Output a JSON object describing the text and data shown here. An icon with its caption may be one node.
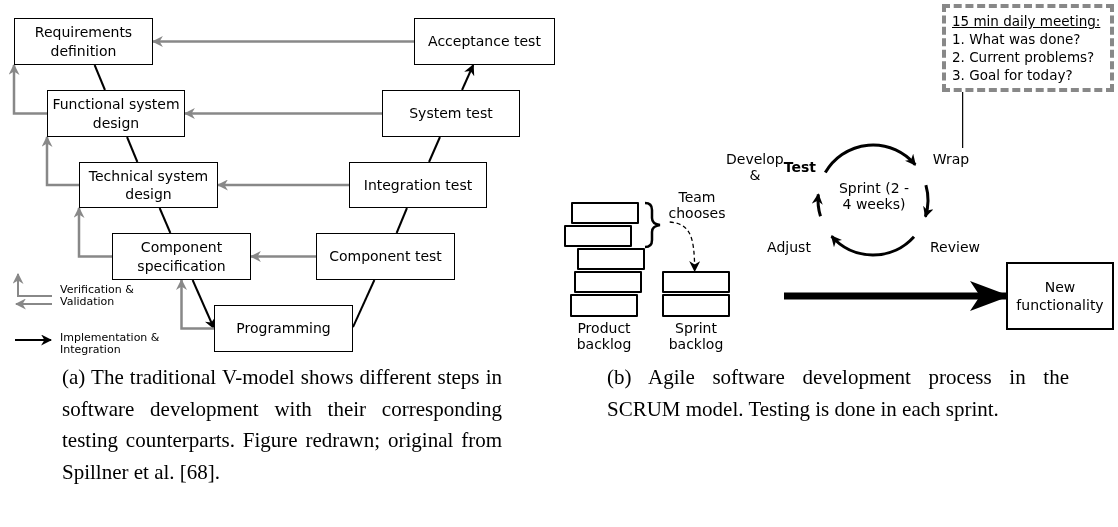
{
  "diagram": {
    "nodes": [
      {
        "text": [
          "Requirements definition"
        ]
      },
      {
        "text": [
          "Acceptance test"
        ]
      },
      {
        "text": [
          "Functional system design"
        ]
      },
      {
        "text": [
          "System test"
        ]
      },
      {
        "text": [
          "Technical system design"
        ]
      },
      {
        "text": [
          "Integration test"
        ]
      },
      {
        "text": [
          "Component specification"
        ]
      },
      {
        "text": [
          "Component test"
        ]
      },
      {
        "text": [
          "Programming"
        ]
      },
      {
        "text": [
          "15 min daily meeting:",
          "1. What was done?",
          "2. Current problems?",
          "3. Goal for today?"
        ]
      },
      {
        "text": [
          "Develop & **Test**"
        ]
      },
      {
        "text": [
          "Wrap"
        ]
      },
      {
        "text": [
          "Team chooses"
        ]
      },
      {
        "text": [
          "Adjust"
        ]
      },
      {
        "text": [
          "Review"
        ]
      },
      {
        "text": [],
        "shape": "box"
      },
      {
        "text": [],
        "shape": "box"
      },
      {
        "text": [],
        "shape": "box"
      },
      {
        "text": [],
        "shape": "box"
      },
      {
        "text": [],
        "shape": "box"
      },
      {
        "text": [],
        "shape": "box"
      },
      {
        "text": [],
        "shape": "box"
      },
      {
        "text": [
          "New functionality"
        ]
      }
    ],
    "edges": [
      {
        "from": 0,
        "to": 2,
        "arrow": "none"
      },
      {
        "from": 2,
        "to": 4,
        "arrow": "none"
      },
      {
        "from": 4,
        "to": 6,
        "arrow": "none"
      },
      {
        "from": 6,
        "to": 8,
        "arrow": "to"
      },
      {
        "from": 8,
        "to": 7,
        "arrow": "none"
      },
      {
        "from": 7,
        "to": 5,
        "arrow": "none"
      },
      {
        "from": 5,
        "to": 3,
        "arrow": "none"
      },
      {
        "from": 3,
        "to": 1,
        "arrow": "to"
      },
      {
        "from": 1,
        "to": 0,
        "arrow": "to",
        "color": "#888888"
      },
      {
        "from": 3,
        "to": 2,
        "arrow": "to",
        "color": "#888888"
      },
      {
        "from": 5,
        "to": 4,
        "arrow": "to",
        "color": "#888888"
      },
      {
        "from": 7,
        "to": 6,
        "arrow": "to",
        "color": "#888888"
      },
      {
        "from": 2,
        "to": 0,
        "arrow": "to",
        "color": "#888888"
      },
      {
        "from": 4,
        "to": 2,
        "arrow": "to",
        "color": "#888888"
      },
      {
        "from": 6,
        "to": 4,
        "arrow": "to",
        "color": "#888888"
      },
      {
        "from": 8,
        "to": 6,
        "arrow": "to",
        "color": "#888888"
      },
      {
        "from": 10,
        "to": 11,
        "arrow": "to"
      },
      {
        "from": 11,
        "to": 14,
        "arrow": "to"
      },
      {
        "from": 14,
        "to": 13,
        "arrow": "to"
      },
      {
        "from": 13,
        "to": 10,
        "arrow": "to"
      },
      {
        "from": 9,
        "to": 11,
        "arrow": "none"
      },
      {
        "from": 12,
        "to": 20,
        "arrow": "to",
        "style": "dashed"
      },
      {
        "from": null,
        "to": 22,
        "arrow": "to",
        "style": "thick"
      }
    ],
    "labels": [
      "Sprint (2 - 4 weeks)",
      "Product backlog",
      "Sprint backlog",
      "(a) The traditional V-model shows different steps in software development with their corresponding testing counterparts. Figure redrawn; original from Spillner et al. [68].",
      "(b) Agile software development process in the SCRUM model. Testing is done in each sprint."
    ],
    "legend": [
      {
        "text": "Verification & Validation"
      },
      {
        "text": "Implementation & Integration"
      }
    ]
  }
}
